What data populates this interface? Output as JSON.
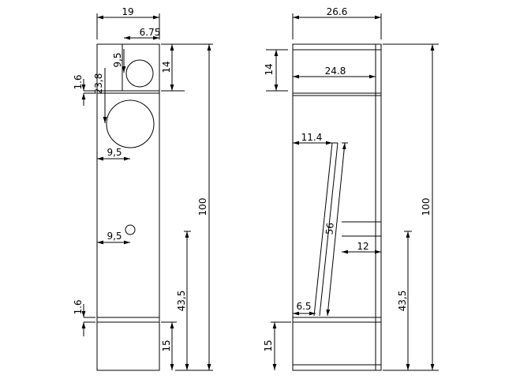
{
  "front_view": {
    "width_label": "19",
    "tweeter_offset_label": "6.75",
    "tweeter_top_label": "14",
    "tweeter_side_label": "9,5",
    "panel_thickness_label": "1.6",
    "woofer_center_label": "23,8",
    "woofer_side_label": "9,5",
    "port_side_label": "9,5",
    "height_label": "100",
    "port_height_label": "43,5",
    "bottom_panel_label": "1.6",
    "plinth_height_label": "15"
  },
  "side_view": {
    "depth_label": "26.6",
    "inner_depth_label": "24.8",
    "top_chamber_label": "14",
    "baffle_top_offset_label": "11.4",
    "baffle_length_label": "56",
    "shelf_depth_label": "12",
    "baffle_bottom_offset_label": "6.5",
    "height_label": "100",
    "shelf_height_label": "43,5",
    "plinth_height_label": "15"
  }
}
